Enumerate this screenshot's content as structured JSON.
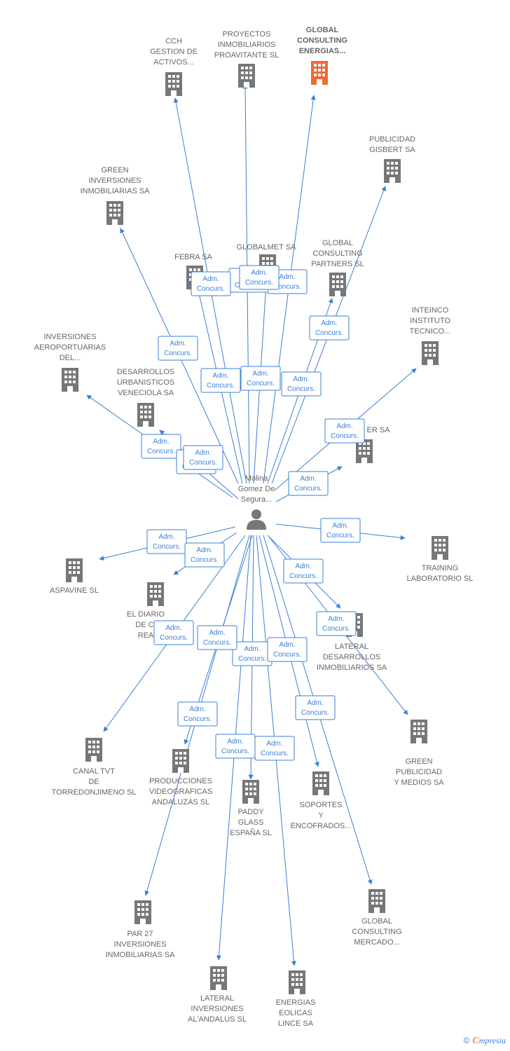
{
  "colors": {
    "edge": "#3a7fd5",
    "building": "#777777",
    "building_highlight": "#f06a35",
    "label": "#666666"
  },
  "center": {
    "label_lines": [
      "Molina",
      "Gomez De",
      "Segura..."
    ],
    "icon": "person-icon"
  },
  "edge_label_lines": [
    "Adm.",
    "Concurs."
  ],
  "nodes": [
    {
      "id": "cch",
      "lines": [
        "CCH",
        "GESTION DE",
        "ACTIVOS..."
      ]
    },
    {
      "id": "proyectos",
      "lines": [
        "PROYECTOS",
        "INMOBILIARIOS",
        "PROAVITANTE SL"
      ]
    },
    {
      "id": "global-energias",
      "lines": [
        "GLOBAL",
        "CONSULTING",
        "ENERGIAS..."
      ],
      "highlight": true
    },
    {
      "id": "publicidad-gisbert",
      "lines": [
        "PUBLICIDAD",
        "GISBERT SA"
      ]
    },
    {
      "id": "green-inversiones",
      "lines": [
        "GREEN",
        "INVERSIONES",
        "INMOBILIARIAS SA"
      ]
    },
    {
      "id": "febra",
      "lines": [
        "FEBRA SA"
      ]
    },
    {
      "id": "globalmet",
      "lines": [
        "GLOBALMET SA"
      ]
    },
    {
      "id": "global-partners",
      "lines": [
        "GLOBAL",
        "CONSULTING",
        "PARTNERS SL"
      ]
    },
    {
      "id": "inteinco",
      "lines": [
        "INTEINCO",
        "INSTITUTO",
        "TECNICO..."
      ]
    },
    {
      "id": "inversiones-aeroportuarias",
      "lines": [
        "INVERSIONES",
        "AEROPORTUARIAS",
        "DEL..."
      ]
    },
    {
      "id": "desarrollos-veneciola",
      "lines": [
        "DESARROLLOS",
        "URBANISTICOS",
        "VENECIOLA SA"
      ]
    },
    {
      "id": "er-sa",
      "lines": [
        "ER SA"
      ]
    },
    {
      "id": "aspavine",
      "lines": [
        "ASPAVINE SL"
      ]
    },
    {
      "id": "el-diario",
      "lines": [
        "EL DIARIO",
        "DE CI",
        "REA"
      ]
    },
    {
      "id": "training",
      "lines": [
        "TRAINING",
        "LABORATORIO SL"
      ]
    },
    {
      "id": "lateral-desarrollos",
      "lines": [
        "LATERAL",
        "DESARROLLOS",
        "INMOBILIARIOS SA"
      ]
    },
    {
      "id": "green-publicidad",
      "lines": [
        "GREEN",
        "PUBLICIDAD",
        "Y MEDIOS SA"
      ]
    },
    {
      "id": "canal-tvt",
      "lines": [
        "CANAL TVT",
        "DE",
        "TORREDONJIMENO SL"
      ]
    },
    {
      "id": "producciones",
      "lines": [
        "PRODUCCIONES",
        "VIDEOGRAFICAS",
        "ANDALUZAS SL"
      ]
    },
    {
      "id": "paddy",
      "lines": [
        "PADDY",
        "GLASS",
        "ESPAÑA SL"
      ]
    },
    {
      "id": "soportes",
      "lines": [
        "SOPORTES",
        "Y",
        "ENCOFRADOS..."
      ]
    },
    {
      "id": "global-mercado",
      "lines": [
        "GLOBAL",
        "CONSULTING",
        "MERCADO..."
      ]
    },
    {
      "id": "par27",
      "lines": [
        "PAR 27",
        "INVERSIONES",
        "INMOBILIARIAS SA"
      ]
    },
    {
      "id": "lateral-inversiones",
      "lines": [
        "LATERAL",
        "INVERSIONES",
        "AL'ANDALUS SL"
      ]
    },
    {
      "id": "energias-eolicas",
      "lines": [
        "ENERGIAS",
        "EOLICAS",
        "LINCE SA"
      ]
    }
  ],
  "footer": {
    "copyright": "©",
    "brand_initial": "C",
    "brand_rest": "mpresia"
  }
}
